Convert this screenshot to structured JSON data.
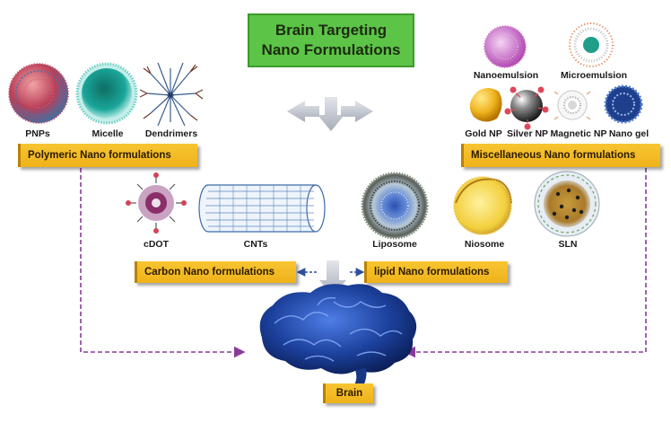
{
  "title": {
    "line1": "Brain Targeting",
    "line2": "Nano Formulations"
  },
  "groups": {
    "polymeric": {
      "label": "Polymeric Nano formulations",
      "items": [
        "PNPs",
        "Micelle",
        "Dendrimers"
      ]
    },
    "miscellaneous": {
      "label": "Miscellaneous Nano formulations",
      "items": [
        "Nanoemulsion",
        "Microemulsion",
        "Gold NP",
        "Silver NP",
        "Magnetic NP",
        "Nano gel"
      ]
    },
    "carbon": {
      "label": "Carbon Nano formulations",
      "items": [
        "cDOT",
        "CNTs"
      ]
    },
    "lipid": {
      "label": "lipid Nano formulations",
      "items": [
        "Liposome",
        "Niosome",
        "SLN"
      ]
    }
  },
  "target": {
    "label": "Brain"
  },
  "colors": {
    "title_green": "#5cc447",
    "banner_gold": "#f2b824",
    "dashed_purple": "#8a3a9a",
    "arrow_gray": "#c9ccd4",
    "brain_blue": "#1b3f9a"
  }
}
